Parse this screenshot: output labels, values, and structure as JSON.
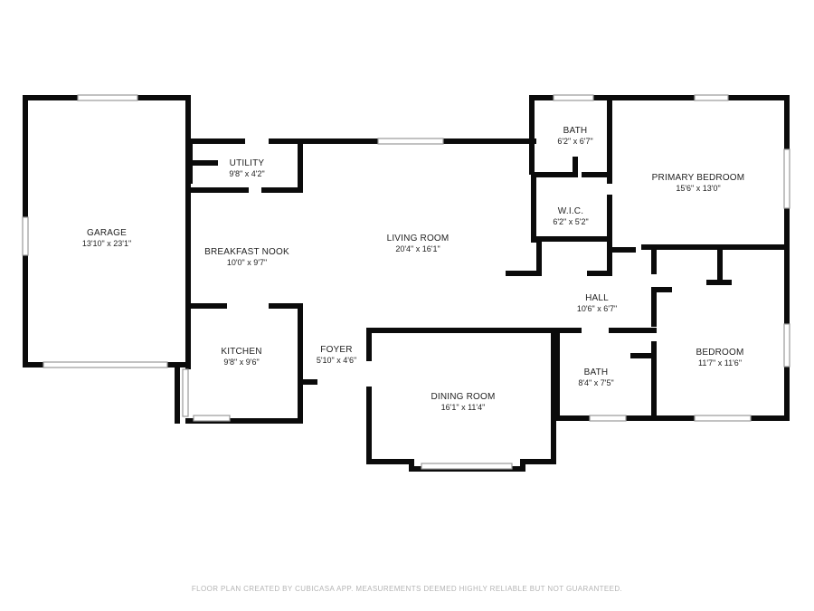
{
  "colors": {
    "wall": "#0b0b0b",
    "window": "#9a9a9a",
    "text": "#222222",
    "footer": "#b4b4b4"
  },
  "rooms": {
    "garage": {
      "name": "GARAGE",
      "dim": "13'10\" x 23'1\""
    },
    "utility": {
      "name": "UTILITY",
      "dim": "9'8\" x 4'2\""
    },
    "breakfast_nook": {
      "name": "BREAKFAST NOOK",
      "dim": "10'0\" x 9'7\""
    },
    "living_room": {
      "name": "LIVING ROOM",
      "dim": "20'4\" x 16'1\""
    },
    "bath_top": {
      "name": "BATH",
      "dim": "6'2\" x 6'7\""
    },
    "wic": {
      "name": "W.I.C.",
      "dim": "6'2\" x 5'2\""
    },
    "primary_bedroom": {
      "name": "PRIMARY BEDROOM",
      "dim": "15'6\" x 13'0\""
    },
    "hall": {
      "name": "HALL",
      "dim": "10'6\" x 6'7\""
    },
    "kitchen": {
      "name": "KITCHEN",
      "dim": "9'8\" x 9'6\""
    },
    "foyer": {
      "name": "FOYER",
      "dim": "5'10\" x 4'6\""
    },
    "dining_room": {
      "name": "DINING ROOM",
      "dim": "16'1\" x 11'4\""
    },
    "bath_bottom": {
      "name": "BATH",
      "dim": "8'4\" x 7'5\""
    },
    "bedroom": {
      "name": "BEDROOM",
      "dim": "11'7\" x 11'6\""
    }
  },
  "footer": "FLOOR PLAN CREATED BY CUBICASA APP. MEASUREMENTS DEEMED HIGHLY RELIABLE BUT NOT GUARANTEED."
}
